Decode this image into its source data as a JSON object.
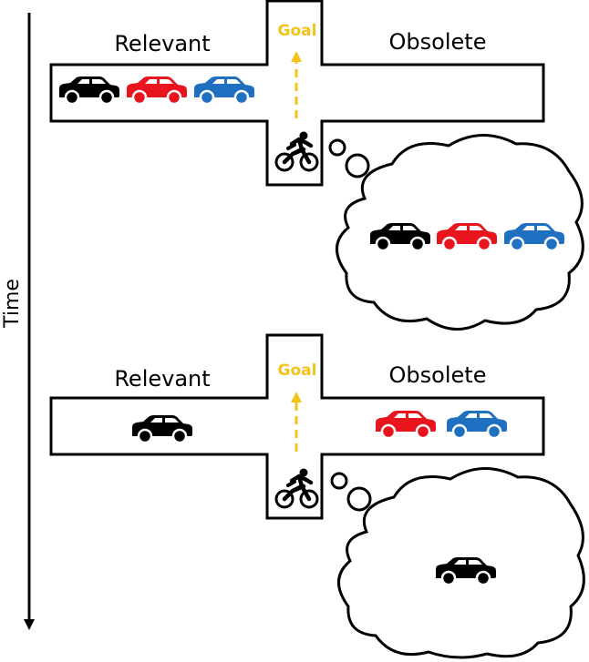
{
  "time_axis": {
    "label": "Time"
  },
  "scenes": [
    {
      "relevant_label": "Relevant",
      "obsolete_label": "Obsolete",
      "goal_label": "Goal",
      "road_cars": [
        "black",
        "red",
        "blue"
      ],
      "thought_cars": [
        "black",
        "red",
        "blue"
      ]
    },
    {
      "relevant_label": "Relevant",
      "obsolete_label": "Obsolete",
      "goal_label": "Goal",
      "road_cars": [
        "black",
        "red",
        "blue"
      ],
      "thought_cars": [
        "black"
      ]
    }
  ],
  "colors": {
    "goal": "#f5c21b",
    "car_black": "#000000",
    "car_red": "#e8141e",
    "car_blue": "#1f70c1",
    "outline": "#000000"
  }
}
